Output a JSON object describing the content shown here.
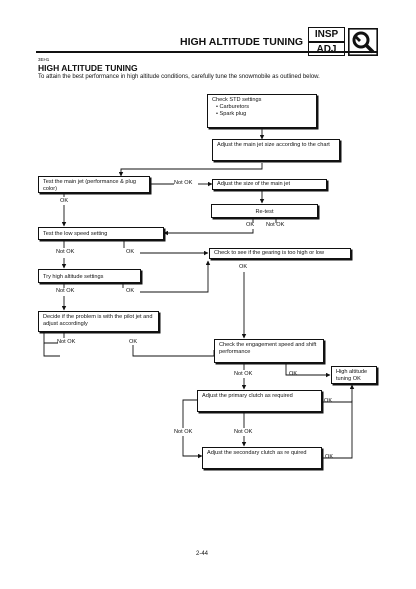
{
  "header": {
    "title": "HIGH ALTITUDE TUNING",
    "badge_top": "INSP",
    "badge_bottom": "ADJ",
    "icon": "wrench-magnifier-icon"
  },
  "section": {
    "code": "3EH1",
    "title": "HIGH ALTITUDE TUNING",
    "intro": "To attain the best performance in high altitude conditions, carefully tune the snowmobile as outlined below."
  },
  "flowchart": {
    "check_std": "Check STD settings",
    "check_std_items": [
      "• Carburetors",
      "• Spark plug"
    ],
    "adjust_main_jet_chart": "Adjust the main jet size according to the chart",
    "test_main_jet": "Test the main jet (performance & plug color)",
    "adjust_main_jet_size": "Adjust the size of the main jet",
    "retest": "Re-test",
    "test_low_speed": "Test the low speed setting",
    "check_gearing": "Check to see if the gearing is too high or low",
    "try_high_altitude": "Try high altitude settings",
    "decide_problem": "Decide if the problem is with the pilot jet and adjust accordingly",
    "check_engagement": "Check the engagement speed and shift performance",
    "high_altitude_ok": "High altitude tuning OK",
    "adjust_primary": "Adjust the primary clutch as required",
    "adjust_secondary": "Adjust the secondary clutch as re quired",
    "labels": {
      "ok": "OK",
      "not_ok": "Not OK",
      "not_ok_arrow": "Not OK"
    }
  },
  "footer": {
    "page_number": "2-44"
  }
}
